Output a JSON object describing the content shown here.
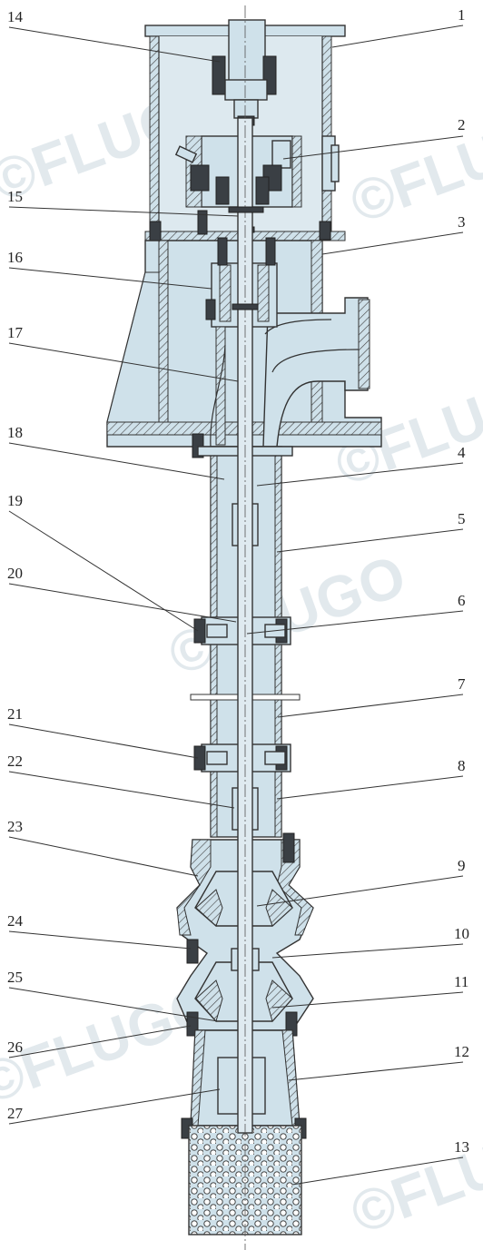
{
  "watermark": {
    "brand": "FLUGO",
    "wm1": "©FLUGO",
    "wm2": "©FLUGO",
    "wm3": "©FLUGO",
    "wm4": "©FLUGO",
    "wm5": "©FLUGO",
    "wm6": "©FLUGO"
  },
  "labels": {
    "right": [
      "1",
      "2",
      "3",
      "4",
      "5",
      "6",
      "7",
      "8",
      "9",
      "10",
      "11",
      "12",
      "13"
    ],
    "left": [
      "14",
      "15",
      "16",
      "17",
      "18",
      "19",
      "20",
      "21",
      "22",
      "23",
      "24",
      "25",
      "26",
      "27"
    ]
  },
  "colors": {
    "fill": "#cfe1ea",
    "line": "#333333",
    "bolt": "#3a3f44"
  }
}
